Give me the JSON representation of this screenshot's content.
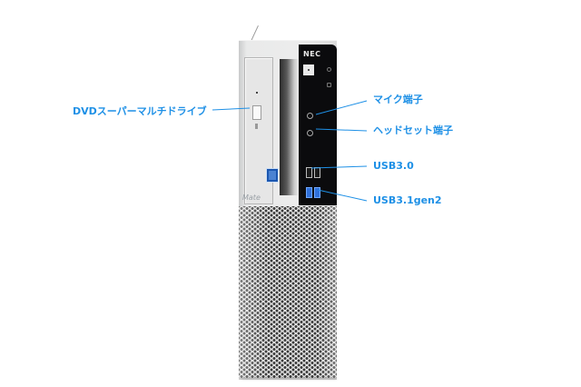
{
  "product": {
    "brand_logo": "NEC",
    "model_badge": "Mate",
    "sticker": "intel-core-i5-badge"
  },
  "annotations": [
    {
      "id": "dvd",
      "label": "DVDスーパーマルチドライブ"
    },
    {
      "id": "mic",
      "label": "マイク端子"
    },
    {
      "id": "headset",
      "label": "ヘッドセット端子"
    },
    {
      "id": "usb30",
      "label": "USB3.0"
    },
    {
      "id": "usb31",
      "label": "USB3.1gen2"
    }
  ],
  "colors": {
    "annotation": "#1e90e6",
    "front_panel": "#0b0b0d",
    "chassis": "#ececec",
    "usb_blue": "#2f6fd9"
  }
}
